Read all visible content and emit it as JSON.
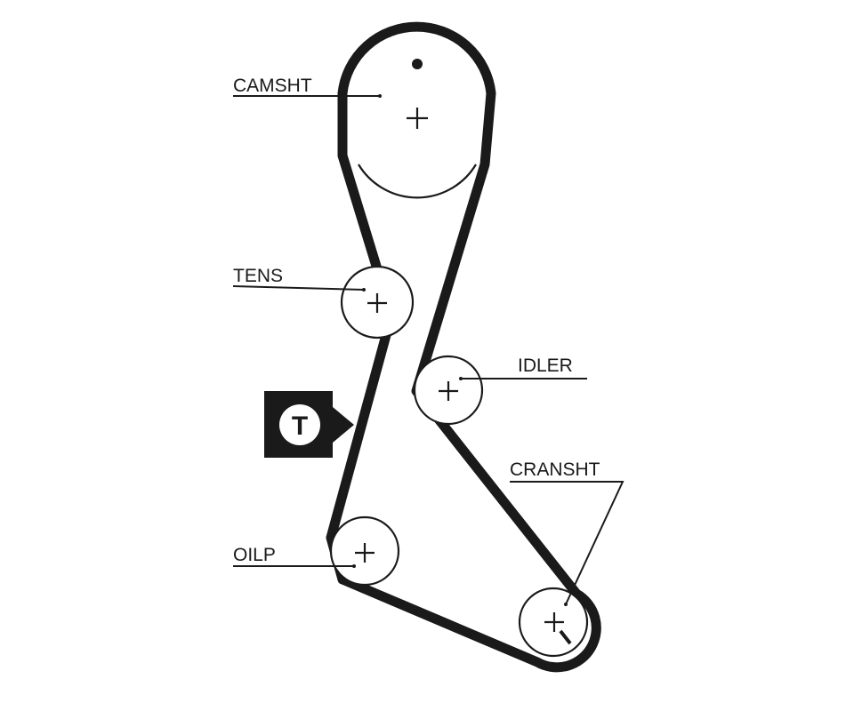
{
  "labels": {
    "camshaft": "CAMSHT",
    "tensioner": "TENS",
    "idler": "IDLER",
    "crankshaft": "CRANSHT",
    "oil_pump": "OILP"
  },
  "tension_marker": "T",
  "colors": {
    "ink": "#1a1a1a",
    "background": "#ffffff"
  },
  "icons": [
    "tension-marker-icon",
    "timing-mark-dot-icon",
    "center-cross-icon"
  ]
}
